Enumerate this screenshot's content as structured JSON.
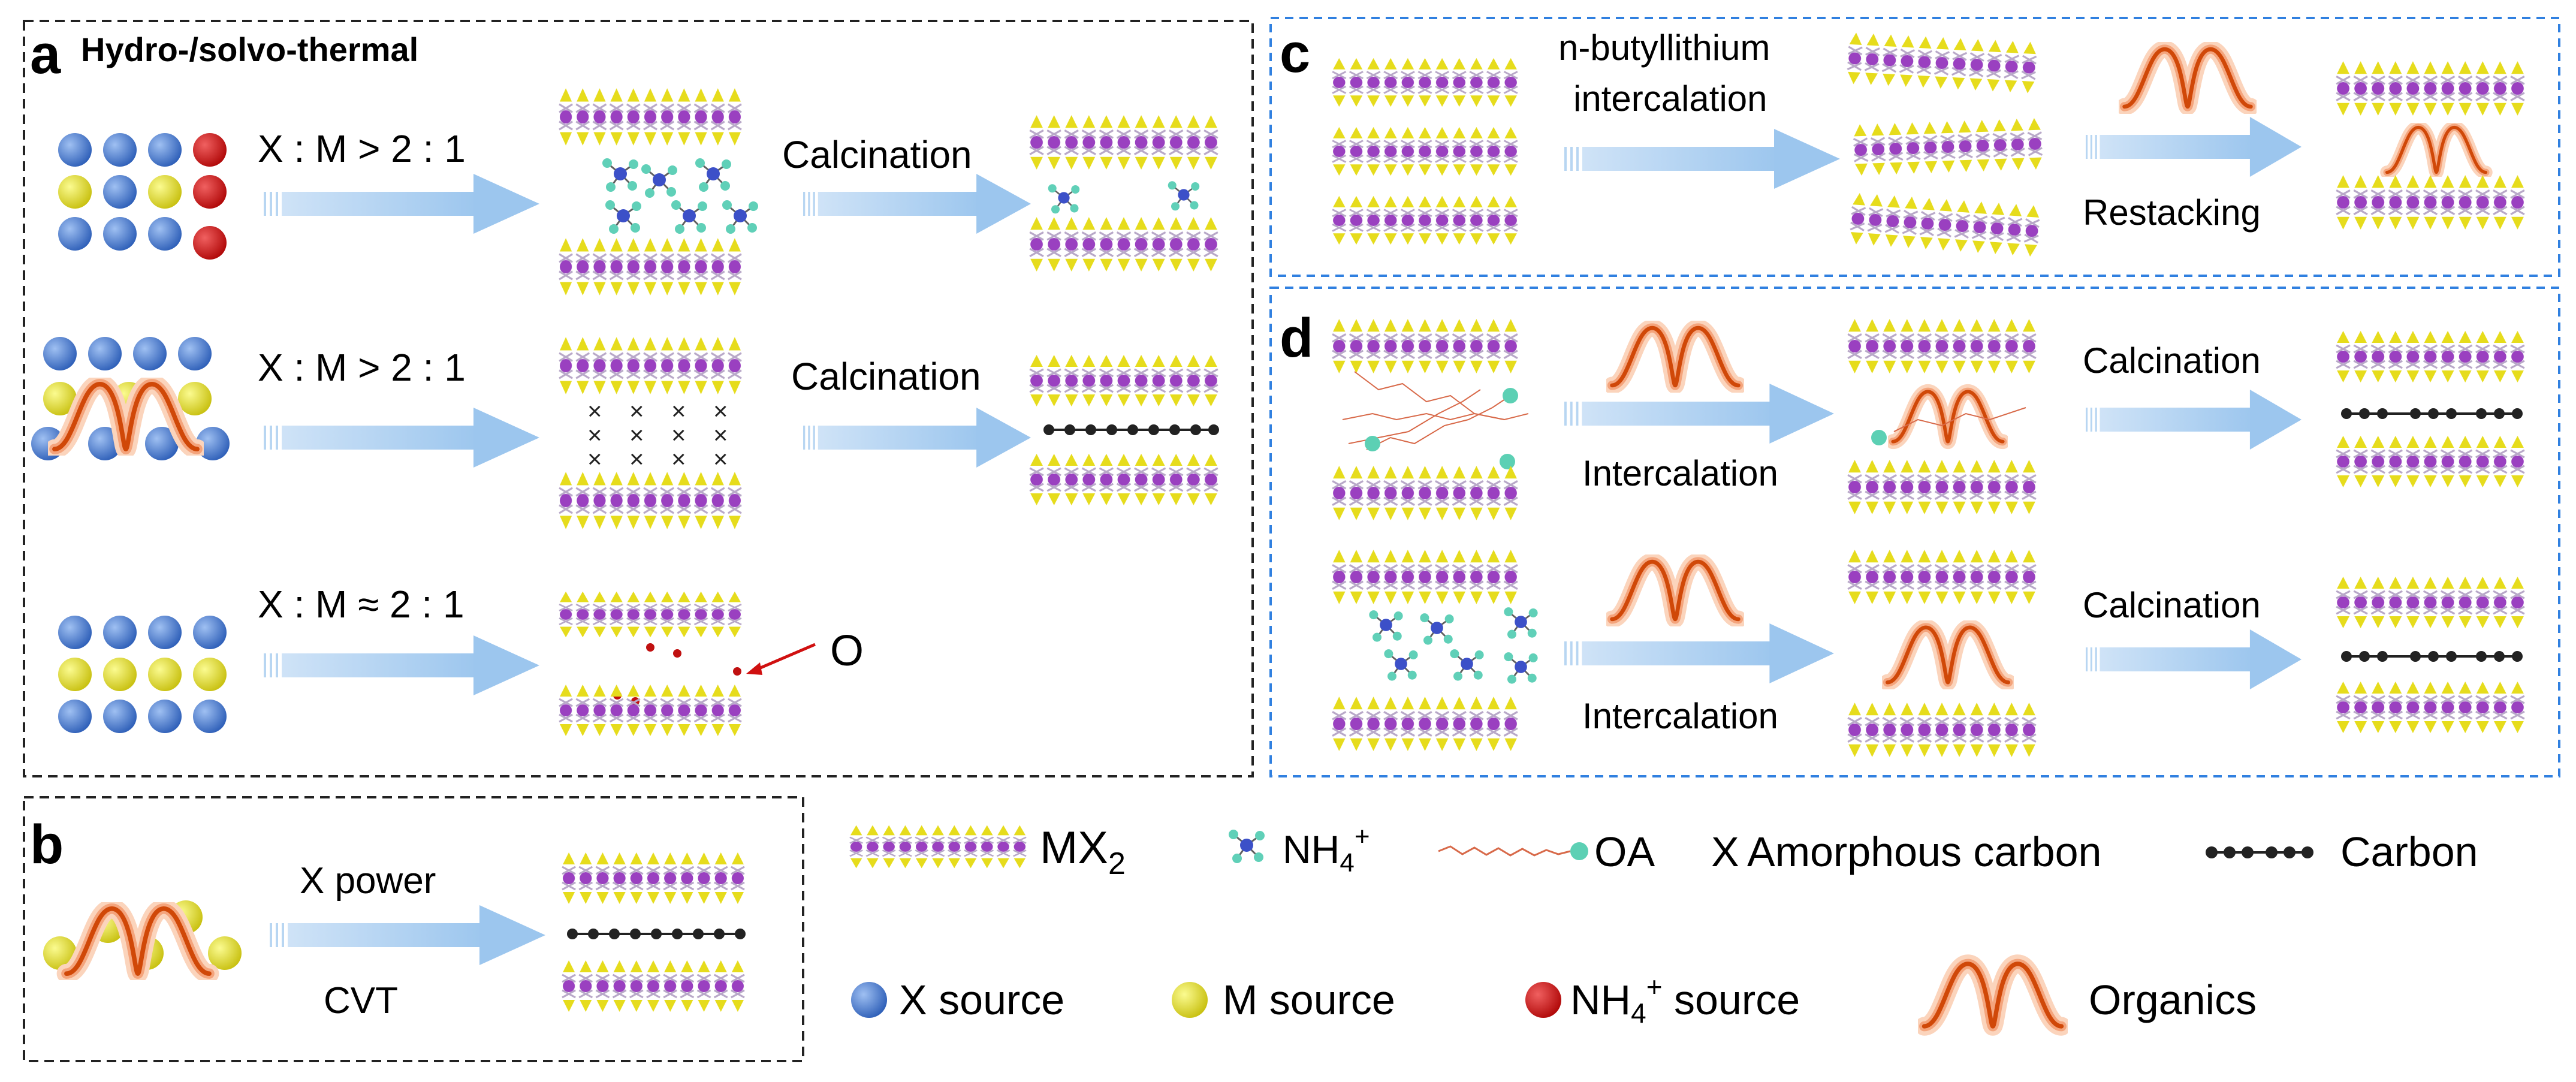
{
  "panels": {
    "a": {
      "letter": "a",
      "title": "Hydro-/solvo-thermal",
      "row1_ratio": "X : M  >  2 : 1",
      "row1_step": "Calcination",
      "row2_ratio": "X : M  >  2 : 1",
      "row2_step": "Calcination",
      "row3_ratio": "X : M ≈ 2 : 1",
      "oxygen_label": "O"
    },
    "b": {
      "letter": "b",
      "top_label": "X power",
      "bottom_label": "CVT"
    },
    "c": {
      "letter": "c",
      "step1_line1": "n-butyllithium",
      "step1_line2": "intercalation",
      "step2": "Restacking"
    },
    "d": {
      "letter": "d",
      "row1_step1": "Intercalation",
      "row1_step2": "Calcination",
      "row2_step1": "Intercalation",
      "row2_step2": "Calcination"
    }
  },
  "legend": {
    "mx2": "MX",
    "mx2_sub": "2",
    "nh4": "NH",
    "nh4_sub": "4",
    "nh4_sup": "+",
    "oa": "OA",
    "amorphous_mark": "X",
    "amorphous": "Amorphous carbon",
    "carbon": "Carbon",
    "x_source": "X source",
    "m_source": "M source",
    "nh4_source": "NH",
    "nh4_source_sub": "4",
    "nh4_source_sup": "+",
    "nh4_source_rest": " source",
    "organics": "Organics"
  },
  "colors": {
    "x_atom": "#4a7bd0",
    "m_atom": "#d8d820",
    "nh4_atom": "#d01818",
    "chalcogen": "#e8e020",
    "metal": "#9a40c0",
    "arrow": "#a8cdf0",
    "organic": "#d85010",
    "organic_glow": "#f8c0a0",
    "panel_a_border": "#000000",
    "panel_c_border": "#3080e0",
    "oa_chain": "#d85a3a",
    "oa_head": "#50d0b0"
  }
}
